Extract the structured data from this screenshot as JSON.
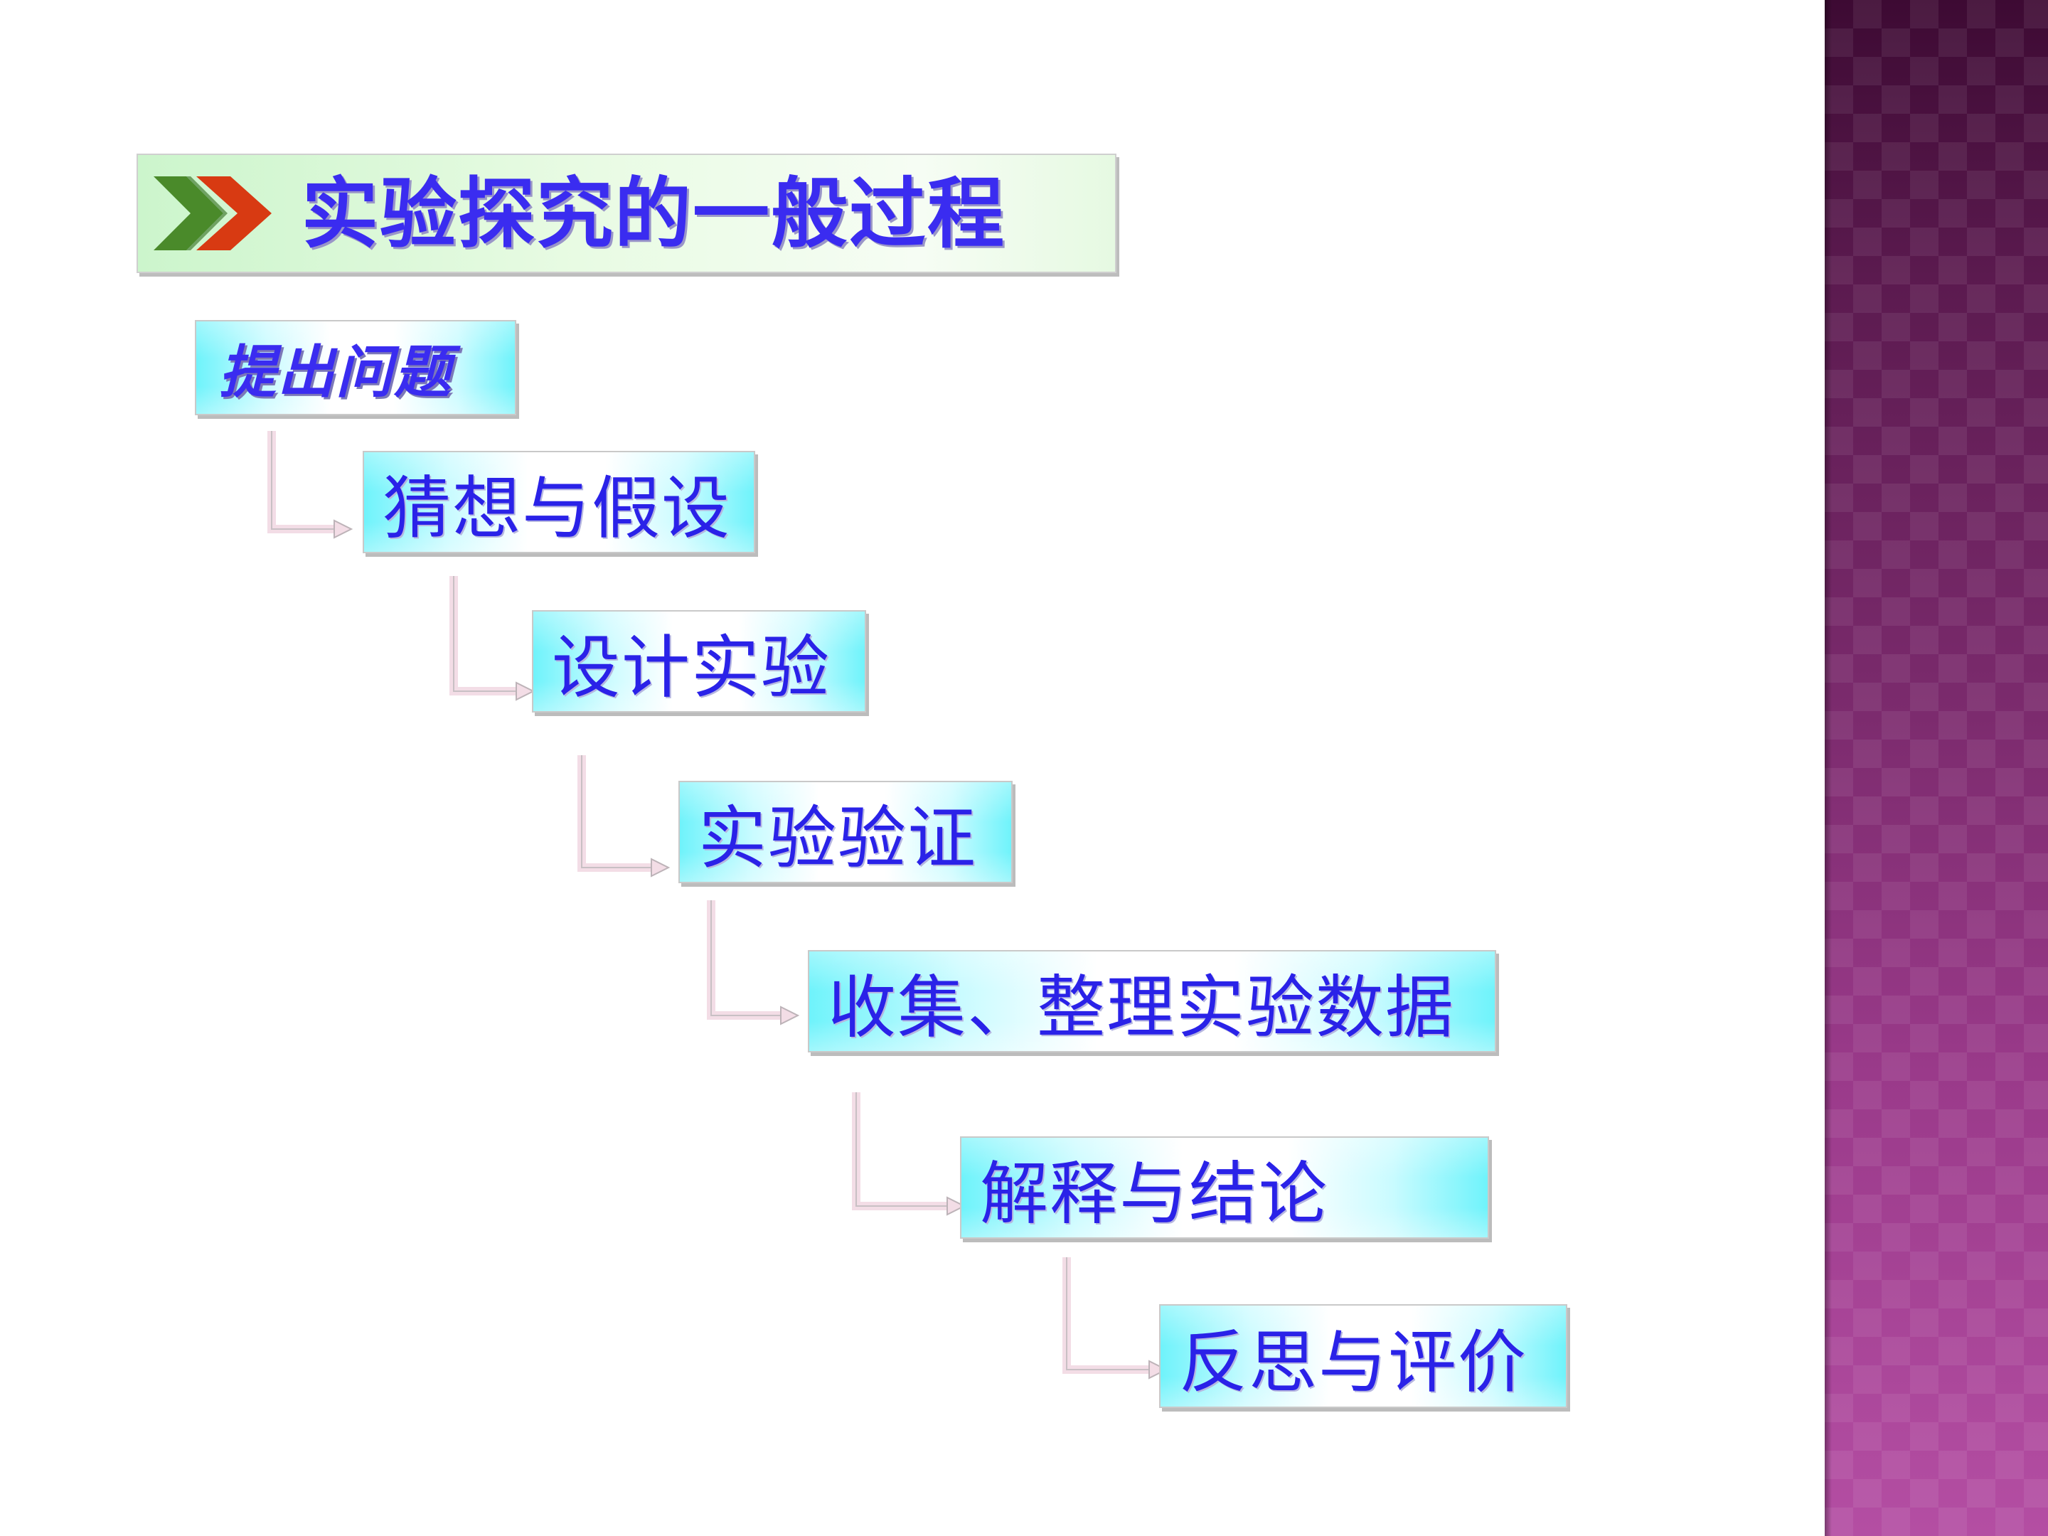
{
  "title": "实验探究的一般过程",
  "steps": [
    "提出问题",
    "猜想与假设",
    "设计实验",
    "实验验证",
    "收集、整理实验数据",
    "解释与结论",
    "反思与评价"
  ],
  "colors": {
    "title_text": "#3a2cf0",
    "step_text": "#2a22e8",
    "title_banner": "#ccf5cc",
    "step_box": "#6ff3fb",
    "arrow_icon_green": "#4a8a2a",
    "arrow_icon_red": "#d83a12",
    "side_band_top": "#3d0a33",
    "side_band_bottom": "#b44ea3"
  },
  "icons": {
    "title_icon": "double-chevron-right-icon",
    "connector_icon": "elbow-arrow-icon"
  }
}
